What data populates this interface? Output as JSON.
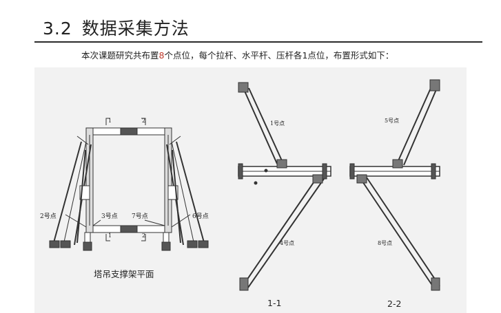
{
  "heading": {
    "number": "3.2",
    "title": "数据采集方法"
  },
  "intro": {
    "before": "本次课题研究共布置",
    "count": "8",
    "after": "个点位，每个拉杆、水平杆、压杆各1点位，布置形式如下："
  },
  "figures": {
    "plan": {
      "caption": "塔吊支撑架平面",
      "points": {
        "p2": "2号点",
        "p3": "3号点",
        "p7": "7号点",
        "p6": "6号点"
      },
      "sections": {
        "top_left": "1",
        "top_right": "2",
        "bottom_left": "1",
        "bottom_right": "2"
      }
    },
    "section_1": {
      "caption": "1-1",
      "points": {
        "p1": "1号点",
        "p4": "4号点"
      }
    },
    "section_2": {
      "caption": "2-2",
      "points": {
        "p5": "5号点",
        "p8": "8号点"
      }
    }
  },
  "colors": {
    "highlight": "#c0392b",
    "line": "#333333",
    "panel": "#f2f2f2"
  }
}
